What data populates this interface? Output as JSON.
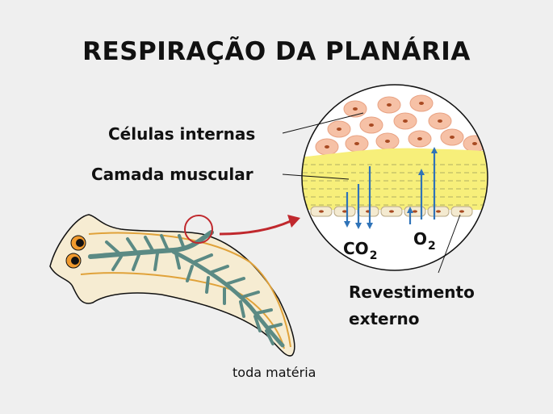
{
  "title": "RESPIRAÇÃO DA PLANÁRIA",
  "labels": {
    "internal_cells": "Células internas",
    "muscle_layer": "Camada muscular",
    "outer_lining_line1": "Revestimento",
    "outer_lining_line2": "externo"
  },
  "gases": {
    "co2_base": "CO",
    "co2_sub": "2",
    "o2_base": "O",
    "o2_sub": "2"
  },
  "brand": "toda matéria",
  "colors": {
    "background": "#efefef",
    "body": "#f6ecd2",
    "gut": "#5b8a84",
    "nerve": "#e0a23a",
    "muscle": "#f7ef7a",
    "cells": "#f6c1a6",
    "arrow": "#2f73b8",
    "pointer": "#c0282d"
  },
  "icons": [
    "planarian-illustration",
    "zoom-circle",
    "pointer-arrow",
    "co2-arrow",
    "o2-arrow"
  ]
}
